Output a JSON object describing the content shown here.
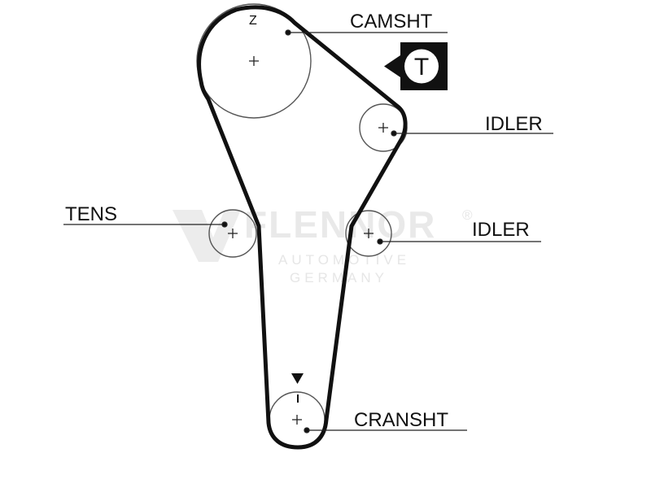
{
  "diagram": {
    "labels": {
      "camshaft": "CAMSHT",
      "idler_top": "IDLER",
      "tensioner": "TENS",
      "idler_mid": "IDLER",
      "crankshaft": "CRANSHT"
    },
    "camshaft_mark": "Z",
    "tensioner_symbol": "T"
  },
  "watermark": {
    "brand": "FLENNOR",
    "line1": "AUTOMOTIVE",
    "line2": "GERMANY",
    "registered": "®"
  },
  "colors": {
    "belt": "#111111",
    "pulley_outline": "#555555",
    "watermark": "#e8e8e8"
  }
}
